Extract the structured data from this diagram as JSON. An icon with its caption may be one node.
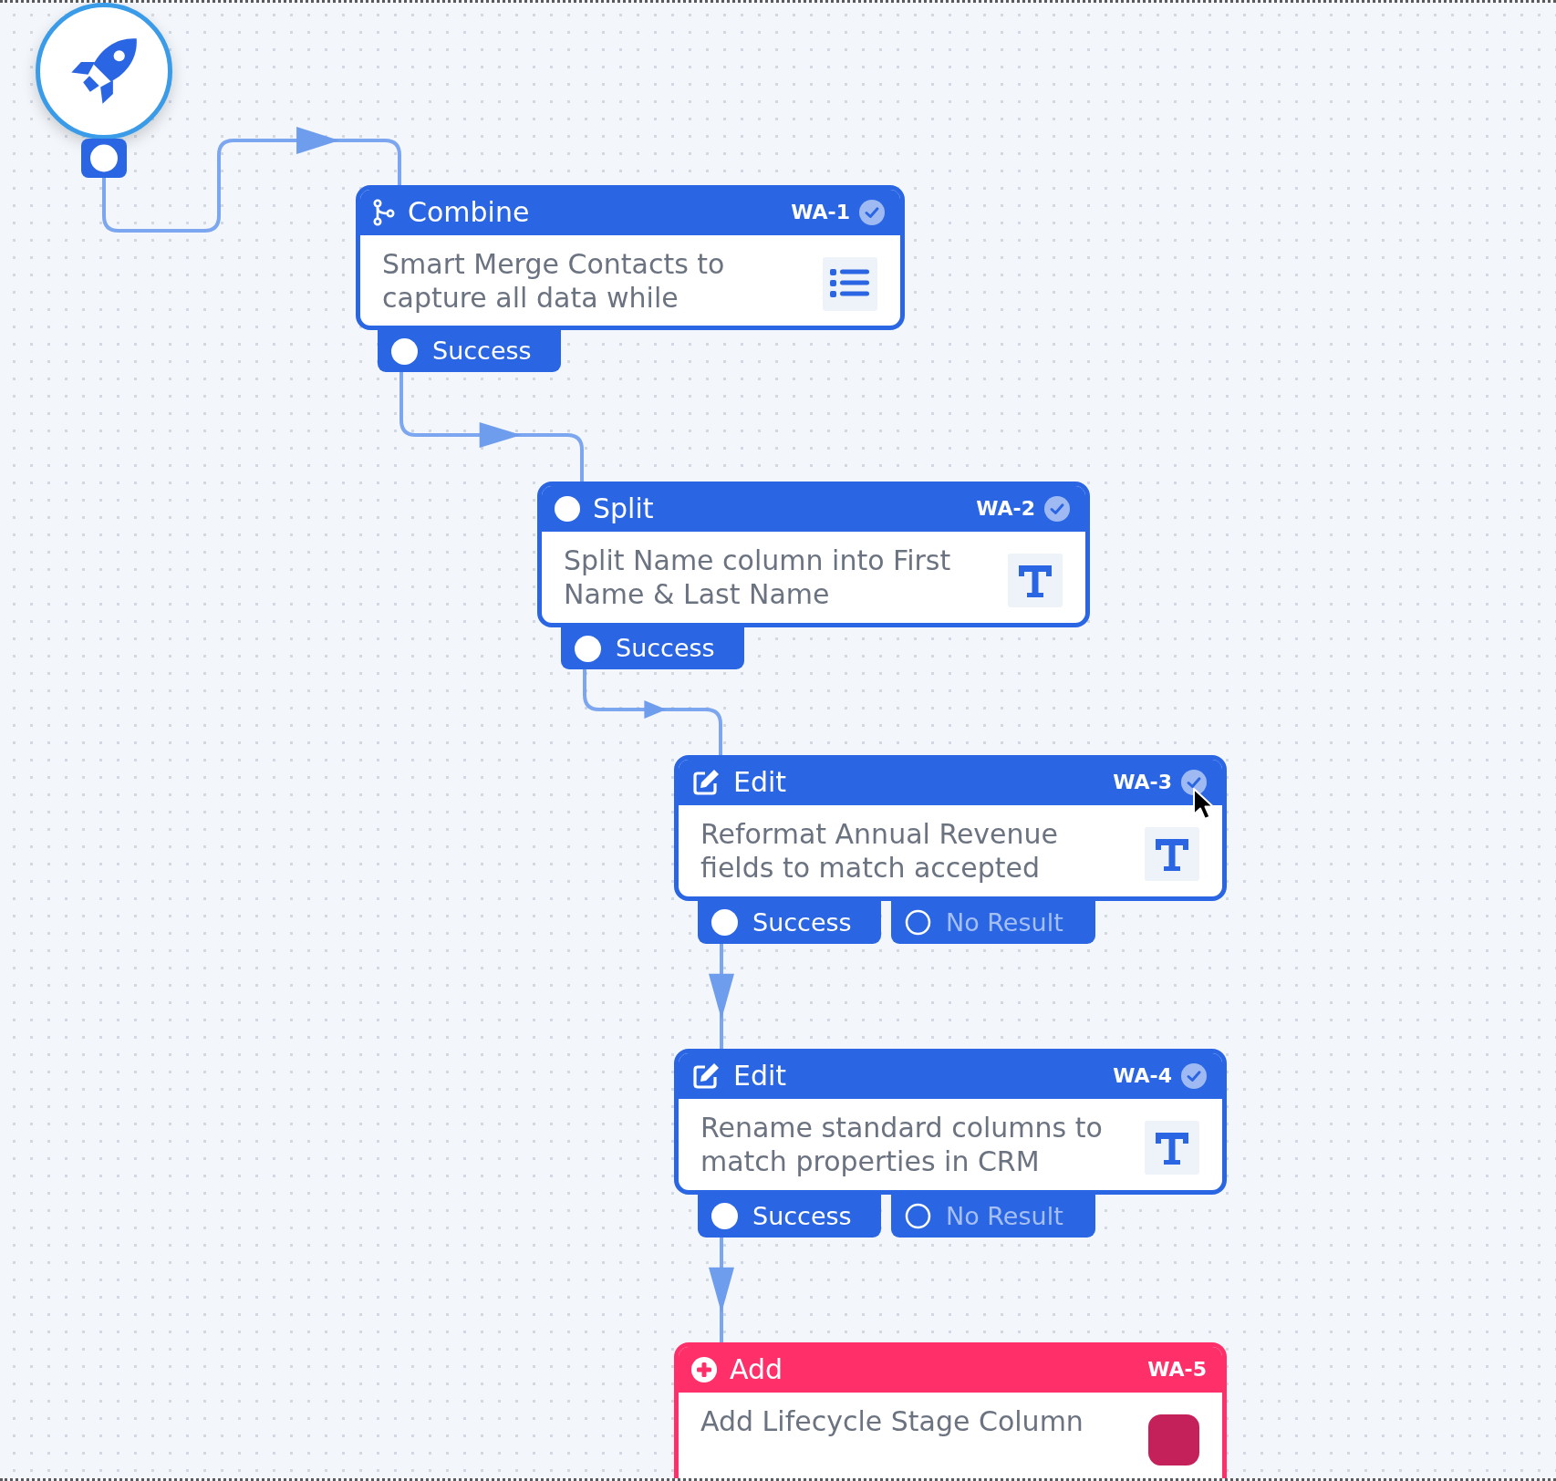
{
  "diagram": {
    "nodes": [
      {
        "text": [],
        "shape": "circle"
      },
      {
        "text": [
          "Combine",
          "WA-1",
          "Smart Merge Contacts to capture all data while"
        ]
      },
      {
        "text": [
          "Success"
        ]
      },
      {
        "text": [
          "Split",
          "WA-2",
          "Split Name column into First Name & Last Name"
        ]
      },
      {
        "text": [
          "Success"
        ]
      },
      {
        "text": [
          "Edit",
          "WA-3",
          "Reformat Annual Revenue fields to match accepted"
        ]
      },
      {
        "text": [
          "Success"
        ]
      },
      {
        "text": [
          "No Result"
        ]
      },
      {
        "text": [
          "Edit",
          "WA-4",
          "Rename standard columns to match properties in CRM"
        ]
      },
      {
        "text": [
          "Success"
        ]
      },
      {
        "text": [
          "No Result"
        ]
      },
      {
        "text": [
          "Add",
          "WA-5",
          "Add Lifecycle Stage Column"
        ]
      }
    ],
    "edges": [
      {
        "from": 0,
        "to": 1,
        "arrow": "to"
      },
      {
        "from": 2,
        "to": 3,
        "arrow": "to"
      },
      {
        "from": 4,
        "to": 5,
        "arrow": "to"
      },
      {
        "from": 6,
        "to": 8,
        "arrow": "to"
      },
      {
        "from": 9,
        "to": 11,
        "arrow": "to"
      }
    ]
  }
}
